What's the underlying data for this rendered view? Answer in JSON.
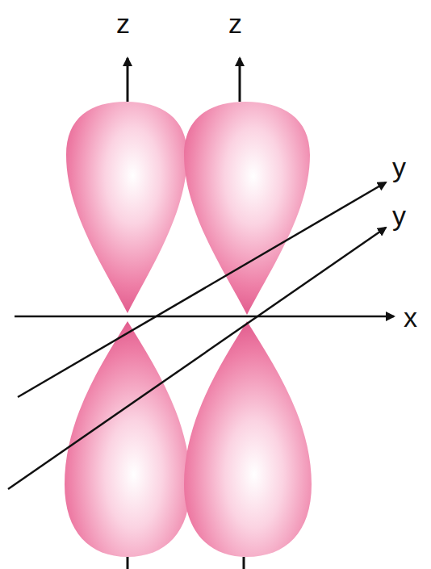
{
  "diagram": {
    "labels": [
      "z",
      "z",
      "y",
      "y",
      "x"
    ]
  }
}
